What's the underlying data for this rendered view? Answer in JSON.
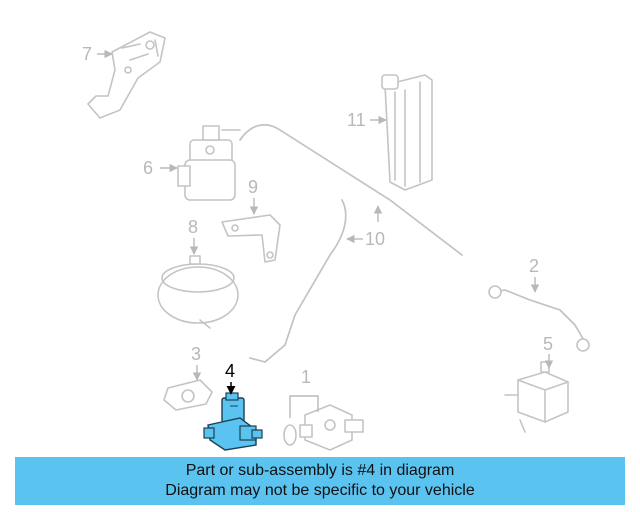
{
  "callouts": {
    "c1": "1",
    "c2": "2",
    "c3": "3",
    "c4": "4",
    "c5": "5",
    "c6": "6",
    "c7": "7",
    "c8": "8",
    "c9": "9",
    "c10": "10",
    "c11": "11"
  },
  "highlight_part": "4",
  "colors": {
    "highlight": "#5bc3f0",
    "banner": "#5bc3f0",
    "line": "#c4c4c4"
  },
  "banner": {
    "line1": "Part or sub-assembly is #4 in diagram",
    "line2": "Diagram may not be specific to your vehicle"
  }
}
